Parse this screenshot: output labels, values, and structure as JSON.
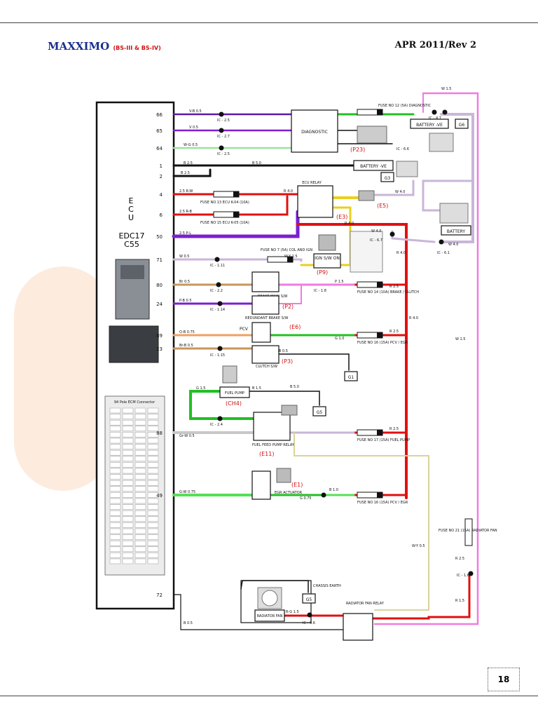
{
  "header": {
    "brand": "MAXXIMO",
    "brand_variant": "(BS-III & BS-IV)",
    "revision": "APR 2011/Rev 2"
  },
  "page_number": "18",
  "ecu": {
    "label_lines": [
      "E",
      "C",
      "U"
    ],
    "model_lines": [
      "EDC17",
      "C55"
    ],
    "connector_title": "94 Pole ECM Connector"
  },
  "pins": [
    "66",
    "65",
    "64",
    "1",
    "2",
    "4",
    "6",
    "50",
    "71",
    "80",
    "24",
    "89",
    "23",
    "88",
    "49",
    "72"
  ],
  "wires": {
    "w66": "V-B  0.5",
    "w65": "V  0.5",
    "w64": "W-G  0.5",
    "w1": "B  2.5",
    "w2": "B  2.5",
    "w4": "2.5  R-W",
    "w6": "2.5  R-B",
    "w50": "2.5  P-L",
    "w71": "W  0.5",
    "w80": "Br  0.5",
    "w24": "P-B  0.5",
    "w89": "O-B  0.75",
    "w23": "Br-B  0.5",
    "w88": "Gr-W  0.5",
    "w49": "G-W  0.75",
    "w72": "B  0.5"
  },
  "connectors": {
    "ic25": "IC - 2.5",
    "ic27": "IC - 2.7",
    "ic111": "IC - 1.11",
    "ic22": "IC - 2.2",
    "ic114": "IC - 1.14",
    "ic115": "IC - 1.15",
    "ic24": "IC - 2.4",
    "ic18": "IC - 1.8",
    "ic47": "IC - 4.7",
    "ic66": "IC - 6.6",
    "ic67": "IC - 6.7",
    "ic61": "IC - 6.1",
    "ic16": "IC - 1.6",
    "ic06": "IC - 0.6"
  },
  "components": {
    "diagnostic": "DIAGNOSTIC",
    "battery_ve_g6": "BATTERY -VE",
    "g6": "G6",
    "battery_ve_g3": "BATTERY -VE",
    "g3": "G3",
    "battery": "BATTERY",
    "ecu_relay": "ECU RELAY",
    "ign_sw": "IGN S/W ON",
    "brake_main": "BRAKE MAIN S/W",
    "redundant_brake": "REDUNDANT BRAKE S/W",
    "pcv": "PCV",
    "clutch_sw": "CLUTCH S/W",
    "g1": "G1",
    "fuel_pump": "FUEL PUMP",
    "g5": "G5",
    "fuel_feed_relay": "FUEL FEED PUMP RELAY",
    "egr_actuator": "EGR ACTUATOR",
    "chassis_earth": "CHASSIS EARTH",
    "g5b": "G5",
    "radiator_fan": "RADIATOR FAN",
    "radiator_fan_relay": "RADIATOR FAN RELAY"
  },
  "fuses": {
    "f12": "FUSE NO 12 (5A) DIAGNOSTIC",
    "f13": "FUSE NO 13 ECU K-04 (10A)",
    "f15": "FUSE NO 15 ECU K-05 (10A)",
    "f7": "FUSE NO 7 (5A) COL AND IGN",
    "f14": "FUSE NO 14 (10A) BRAKE / CLUTCH",
    "f16a": "FUSE NO 16 (15A) PCV / EGR",
    "f17": "FUSE NO 17 (15A) FUEL PUMP",
    "f16b": "FUSE NO 16 (15A) PCV / EGR",
    "f21": "FUSE NO 21 (15A) RADIATOR FAN"
  },
  "refs": {
    "p23": "(P23)",
    "e3": "(E3)",
    "e5": "(E5)",
    "p9": "(P9)",
    "p2": "(P2)",
    "e6": "(E6)",
    "p3": "(P3)",
    "ch4": "(CH4)",
    "e11": "(E11)",
    "e1": "(E1)"
  },
  "misc_wire_labels": {
    "r40a": "R  4.0",
    "r40b": "R  4.0",
    "r40c": "R  4.0",
    "r40d": "R  4.0",
    "w15a": "W  1.5",
    "w15b": "W  1.5",
    "wy15": "W-Y  1.5",
    "wy05": "W-Y  0.5",
    "w40a": "W  4.0",
    "w40b": "W  4.0",
    "w40c": "W  4.0",
    "b50a": "B  5.0",
    "b50b": "B  5.0",
    "p15": "P  1.5",
    "r25a": "R  2.5",
    "r25b": "R  2.5",
    "r25c": "R  2.5",
    "g15": "G  1.5",
    "g10": "G  1.0",
    "b15": "B  1.5",
    "b05": "B  0.5",
    "r15": "R  1.5",
    "rg15": "R-G  1.5",
    "r25": "R  2.5",
    "g075": "G  0.75",
    "b10": "B  1.0"
  }
}
